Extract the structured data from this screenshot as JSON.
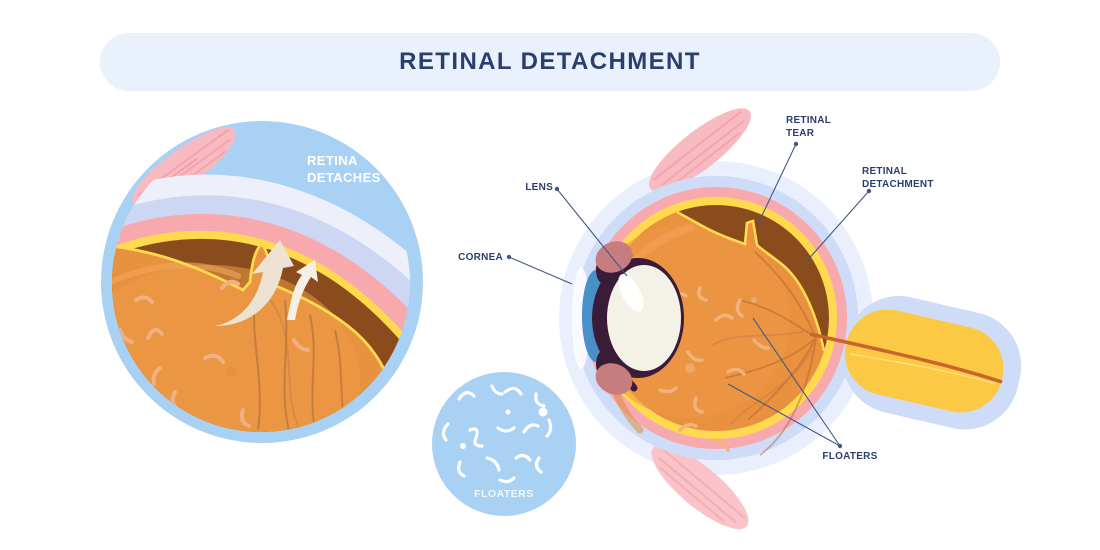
{
  "title": "RETINAL DETACHMENT",
  "left_circle": {
    "caption_line1": "RETINA",
    "caption_line2": "DETACHES"
  },
  "floaters_circle": {
    "caption": "FLOATERS"
  },
  "labels": {
    "lens": "LENS",
    "cornea": "CORNEA",
    "retinal_tear_line1": "RETINAL",
    "retinal_tear_line2": "TEAR",
    "retinal_detachment_line1": "RETINAL",
    "retinal_detachment_line2": "DETACHMENT",
    "floaters": "FLOATERS"
  },
  "colors": {
    "banner_bg": "#e8f1fc",
    "title_text": "#2b3e6e",
    "label_text": "#2b3e6e",
    "leader_line": "#44587c",
    "sky_blue": "#a8d1f3",
    "sclera_white": "#edf0fb",
    "sclera_lavender": "#cdd7f4",
    "choroid_pink": "#f8a9ae",
    "retina_yellow": "#ffd94e",
    "detached_space_brown": "#8a4c1c",
    "vitreous_orange": "#e8913e",
    "optic_nerve_yellow": "#fcc944",
    "muscle_pink": "#f8bac1",
    "lens_cream": "#f4f1e6",
    "iris_blue": "#4a90c8",
    "pupil_plum": "#3a1b38"
  }
}
